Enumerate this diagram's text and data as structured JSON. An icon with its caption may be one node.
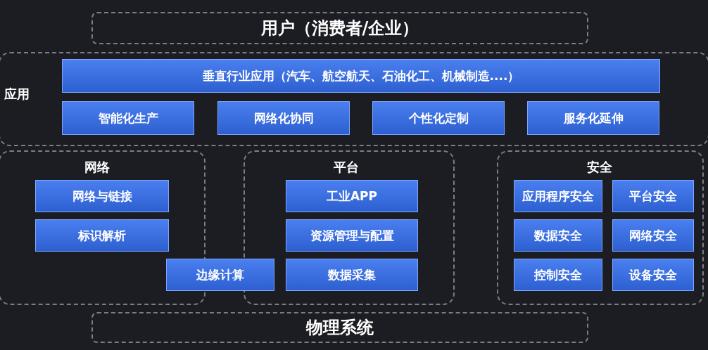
{
  "diagram": {
    "nodes": [
      {
        "text": [
          "用户（消费者/企业）"
        ]
      },
      {
        "text": [
          "应用"
        ]
      },
      {
        "text": [
          "垂直行业应用（汽车、航空航天、石油化工、机械制造....）"
        ],
        "in": 1
      },
      {
        "text": [
          "智能化生产"
        ],
        "in": 1
      },
      {
        "text": [
          "网络化协同"
        ],
        "in": 1
      },
      {
        "text": [
          "个性化定制"
        ],
        "in": 1
      },
      {
        "text": [
          "服务化延伸"
        ],
        "in": 1
      },
      {
        "text": [
          "网络"
        ]
      },
      {
        "text": [
          "网络与链接"
        ],
        "in": 7
      },
      {
        "text": [
          "标识解析"
        ],
        "in": 7
      },
      {
        "text": [
          "平台"
        ]
      },
      {
        "text": [
          "工业APP"
        ],
        "in": 10
      },
      {
        "text": [
          "资源管理与配置"
        ],
        "in": 10
      },
      {
        "text": [
          "数据采集"
        ],
        "in": 10
      },
      {
        "text": [
          "边缘计算"
        ]
      },
      {
        "text": [
          "安全"
        ]
      },
      {
        "text": [
          "应用程序安全"
        ],
        "in": 15
      },
      {
        "text": [
          "平台安全"
        ],
        "in": 15
      },
      {
        "text": [
          "数据安全"
        ],
        "in": 15
      },
      {
        "text": [
          "网络安全"
        ],
        "in": 15
      },
      {
        "text": [
          "控制安全"
        ],
        "in": 15
      },
      {
        "text": [
          "设备安全"
        ],
        "in": 15
      },
      {
        "text": [
          "物理系统"
        ]
      }
    ]
  }
}
